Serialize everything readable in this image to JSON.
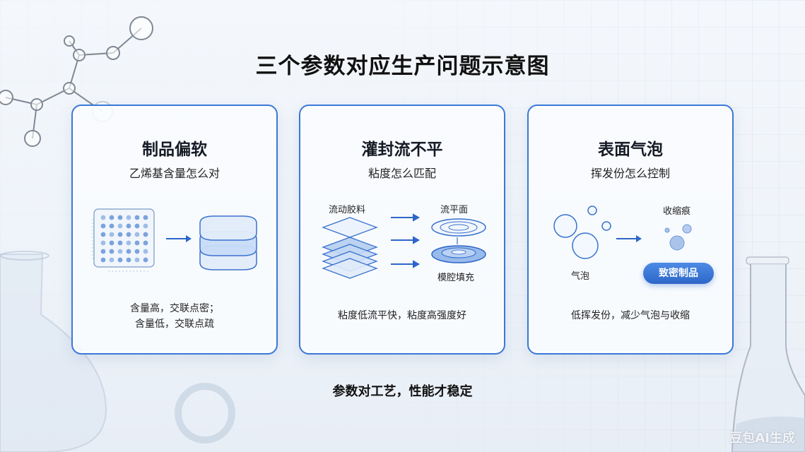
{
  "title": "三个参数对应生产问题示意图",
  "cards": [
    {
      "title": "制品偏软",
      "subtitle": "乙烯基含量怎么对",
      "description_lines": [
        "含量高，交联点密；",
        "含量低，交联点疏"
      ]
    },
    {
      "title": "灌封流不平",
      "subtitle": "粘度怎么匹配",
      "labels": {
        "input": "流动胶料",
        "top": "流平面",
        "bottom": "模腔填充"
      },
      "description_lines": [
        "粘度低流平快，粘度高强度好"
      ]
    },
    {
      "title": "表面气泡",
      "subtitle": "挥发份怎么控制",
      "labels": {
        "bubbles": "气泡",
        "shrink": "收缩痕",
        "result": "致密制品"
      },
      "description_lines": [
        "低挥发份，减少气泡与收缩"
      ]
    }
  ],
  "footer": "参数对工艺，性能才稳定",
  "watermark": "豆包AI生成",
  "colors": {
    "accent": "#3a78d8",
    "dot": "#7aa3dd",
    "pill": "#2d66c8"
  }
}
